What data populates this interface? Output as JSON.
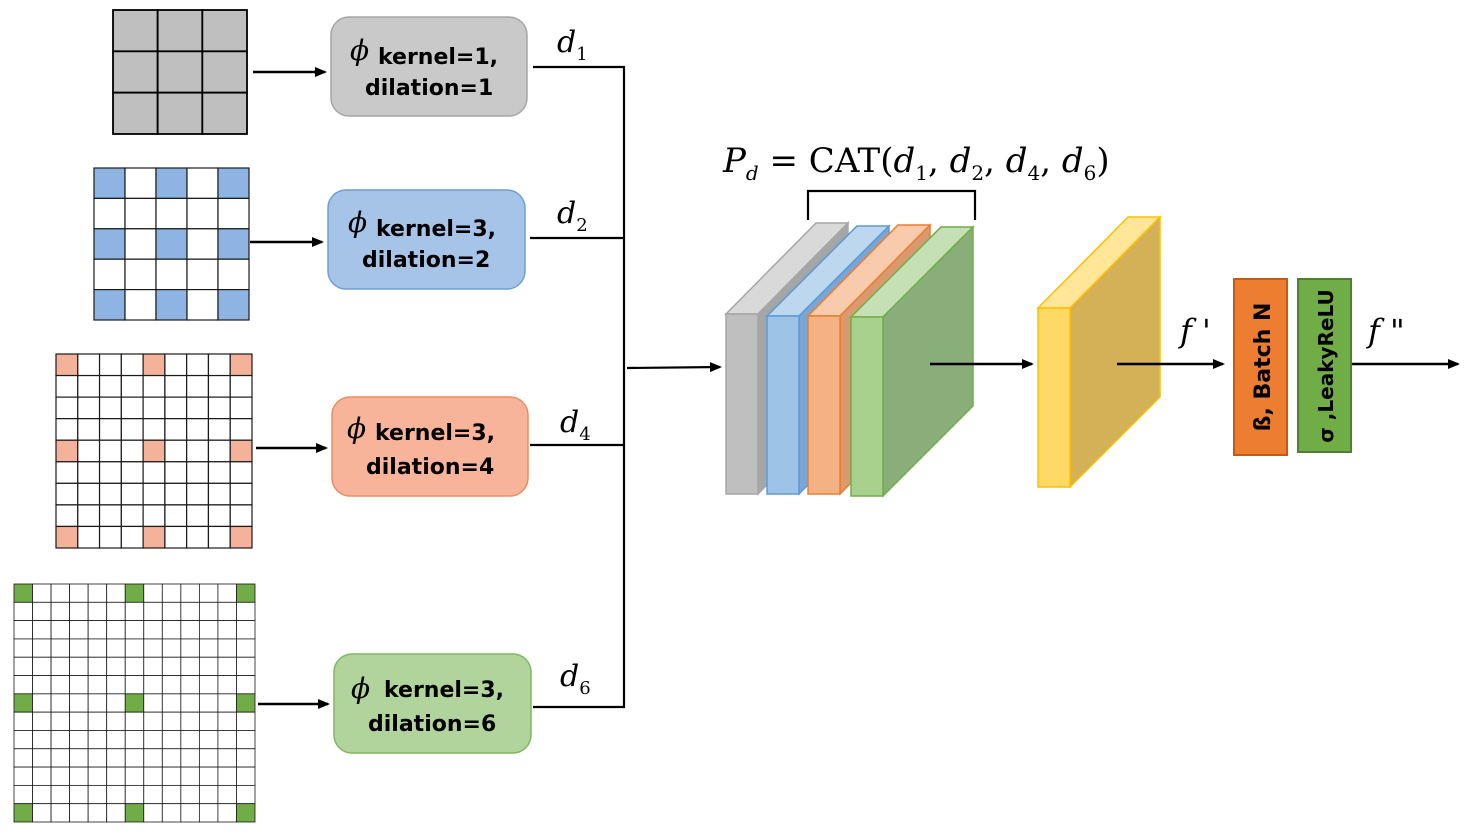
{
  "diagram": {
    "branches": [
      {
        "id": "b1",
        "symbol": "ϕ",
        "kernel_label": "kernel=1,",
        "dilation_label": "dilation=1",
        "output": "d",
        "sub": "1",
        "grid_cells": 3,
        "highlight_every": 1,
        "fill": "#c9c9c9",
        "stroke": "#a6a6a6",
        "grid_fill": "#bfbfbf"
      },
      {
        "id": "b2",
        "symbol": "ϕ",
        "kernel_label": "kernel=3,",
        "dilation_label": "dilation=2",
        "output": "d",
        "sub": "2",
        "grid_cells": 5,
        "highlight_every": 2,
        "fill": "#a6c4e8",
        "stroke": "#6f9fd4",
        "grid_fill": "#8eb4e3"
      },
      {
        "id": "b4",
        "symbol": "ϕ",
        "kernel_label": "kernel=3,",
        "dilation_label": "dilation=4",
        "output": "d",
        "sub": "4",
        "grid_cells": 9,
        "highlight_every": 4,
        "fill": "#f7b49a",
        "stroke": "#ed8c63",
        "grid_fill": "#f4b29a"
      },
      {
        "id": "b6",
        "symbol": "ϕ",
        "kernel_label": "kernel=3,",
        "dilation_label": "dilation=6",
        "output": "d",
        "sub": "6",
        "grid_cells": 13,
        "highlight_every": 6,
        "fill": "#b0d49c",
        "stroke": "#7fb861",
        "grid_fill": "#70ad47"
      }
    ],
    "concat_formula": {
      "lhs": "P",
      "lhs_sub": "d",
      "eq": " = CAT(",
      "args": [
        {
          "v": "d",
          "s": "1"
        },
        {
          "v": "d",
          "s": "2"
        },
        {
          "v": "d",
          "s": "4"
        },
        {
          "v": "d",
          "s": "6"
        }
      ],
      "close": ")"
    },
    "feature_colors": {
      "gray": "#bfbfbf",
      "blue": "#9dc3e6",
      "orange": "#f4b183",
      "green": "#a9d18e",
      "yellow": "#ffd966"
    },
    "f_prime": "f '",
    "f_double_prime": "f \"",
    "batchnorm_label": "ß, Batch N",
    "batchnorm_color": "#ed7d31",
    "activation_label": "σ ,LeakyReLU",
    "activation_color": "#70ad47"
  }
}
